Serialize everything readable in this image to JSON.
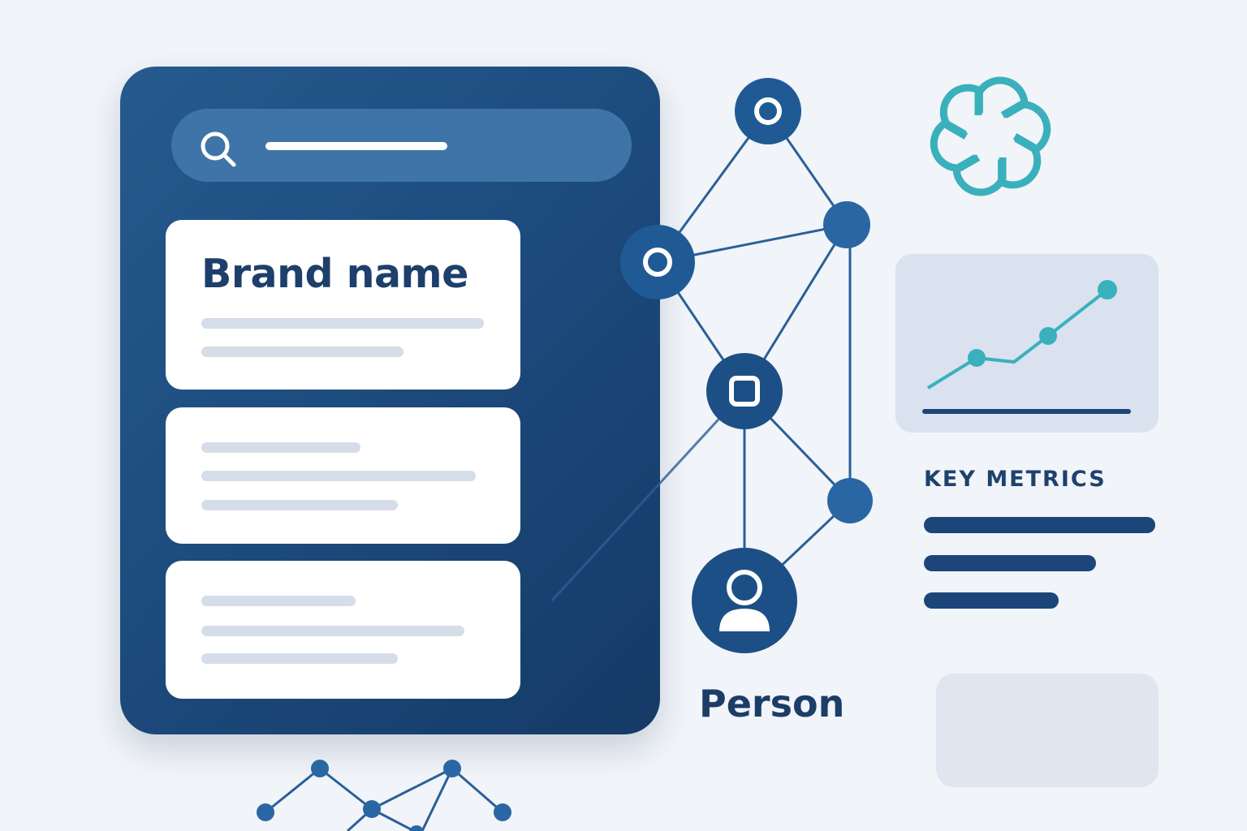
{
  "card": {
    "title": "Brand name"
  },
  "graph": {
    "person_label": "Person"
  },
  "metrics": {
    "label": "KEY METRICS"
  },
  "colors": {
    "panel": "#1d4c7f",
    "node": "#1f5a94",
    "teal": "#3ab0bd",
    "text_dark": "#1b3d68"
  },
  "icons": [
    "search-icon",
    "person-icon",
    "square-icon",
    "ring-icon",
    "logo-icon"
  ]
}
